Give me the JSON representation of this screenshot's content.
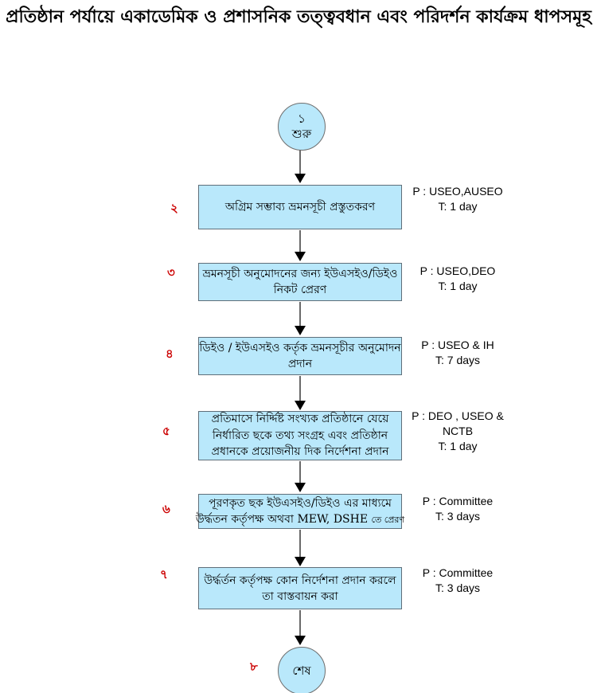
{
  "title": "প্রতিষ্ঠান পর্যায়ে একাডেমিক ও প্রশাসনিক তত্ত্ববধান এবং পরিদর্শন কার্যক্রম ধাপসমূহ",
  "start": {
    "number": "১",
    "label": "শুরু"
  },
  "end": {
    "number": "৮",
    "label": "শেষ"
  },
  "steps": [
    {
      "number": "২",
      "lines": [
        "অগ্রিম সম্ভাব্য ভ্রমনসূচী প্রস্তুতকরণ"
      ],
      "annotation": [
        "P : USEO,AUSEO",
        "T: 1 day"
      ]
    },
    {
      "number": "৩",
      "lines": [
        "ভ্রমনসূচী অনুমোদনের জন্য ইউএসইও/ডিইও",
        "নিকট  প্রেরণ"
      ],
      "annotation": [
        "P : USEO,DEO",
        "T: 1 day"
      ]
    },
    {
      "number": "৪",
      "lines": [
        "ডিইও / ইউএসইও কর্তৃক ভ্রমনসূচীর অনুমোদন",
        "প্রদান"
      ],
      "annotation": [
        "P : USEO & IH",
        "T: 7 days"
      ]
    },
    {
      "number": "৫",
      "lines": [
        "প্রতিমাসে নির্দ্দিষ্ট সংখ্যক প্রতিষ্ঠানে যেয়ে",
        "নির্ধারিত ছকে তথ্য সংগ্রহ এবং প্রতিষ্ঠান",
        "প্রধানকে প্রয়োজনীয় দিক নির্দেশনা প্রদান"
      ],
      "annotation": [
        "P : DEO , USEO &",
        "NCTB",
        "T: 1 day"
      ]
    },
    {
      "number": "৬",
      "lines": [
        "পূরণকৃত ছক ইউএসইও/ডিইও  এর মাধ্যমে"
      ],
      "line2": {
        "bangla": "উর্দ্ধতন কর্তৃপক্ষ অথবা",
        "english": "MEW, DSHE",
        "small": "তে প্রেরণ"
      },
      "annotation": [
        "P : Committee",
        "T: 3 days"
      ]
    },
    {
      "number": "৭",
      "lines": [
        "উর্দ্ধর্তন কর্তৃপক্ষ কোন নির্দেশনা প্রদান করলে",
        "তা বাস্তবায়ন করা"
      ],
      "annotation": [
        "P : Committee",
        "T: 3 days"
      ]
    }
  ],
  "colors": {
    "node_fill": "#b9e8fb",
    "node_border": "#5f6f7a",
    "step_number_color": "#cc0000"
  }
}
